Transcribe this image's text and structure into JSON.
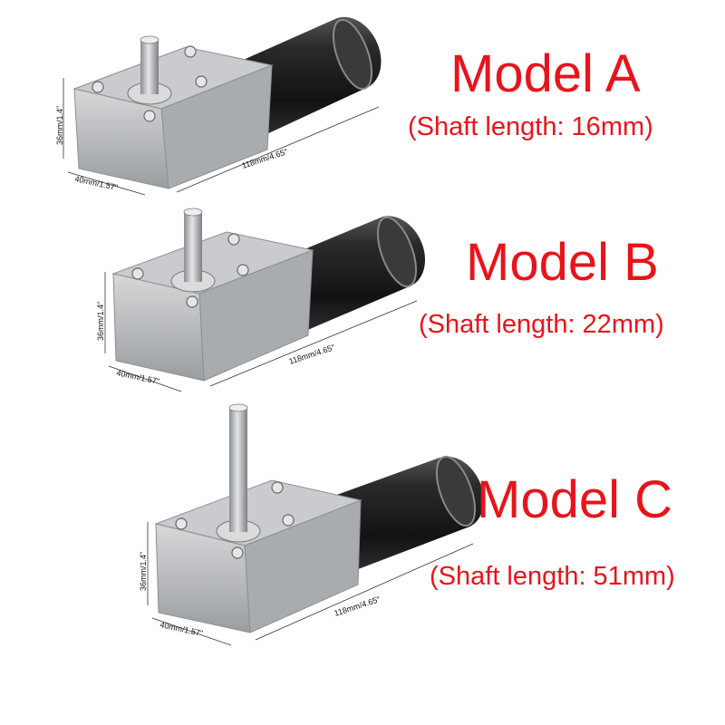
{
  "models": [
    {
      "title": "Model A",
      "subtitle": "(Shaft length: 16mm)",
      "dim_height": "36mm/1.4\"",
      "dim_width": "40mm/1.57\"",
      "dim_length": "118mm/4.65\""
    },
    {
      "title": "Model B",
      "subtitle": "(Shaft length: 22mm)",
      "dim_height": "36mm/1.4\"",
      "dim_width": "40mm/1.57\"",
      "dim_length": "118mm/4.65\""
    },
    {
      "title": "Model C",
      "subtitle": "(Shaft length: 51mm)",
      "dim_height": "36mm/1.4\"",
      "dim_width": "40mm/1.57\"",
      "dim_length": "118mm/4.65\""
    }
  ],
  "colors": {
    "label_red": "#e8141b",
    "gearbox_silver": "#b8babd",
    "motor_black": "#1c1c1e"
  }
}
